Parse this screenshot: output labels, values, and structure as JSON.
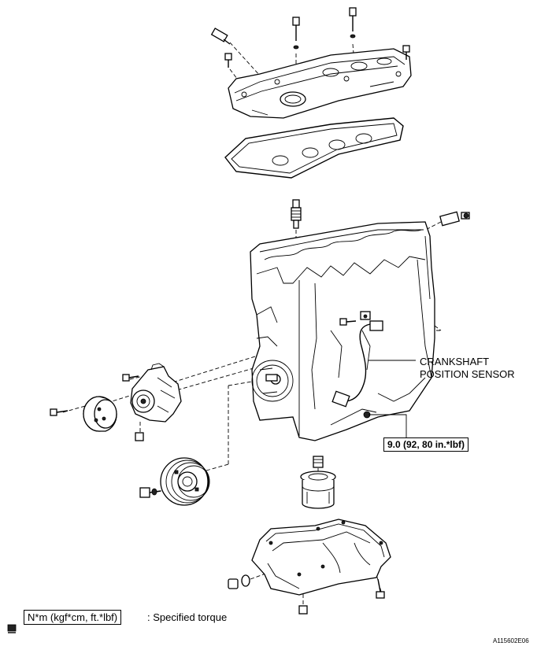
{
  "labels": {
    "sensor_name_line1": "CRANKSHAFT",
    "sensor_name_line2": "POSITION SENSOR",
    "sensor_torque": "9.0 (92, 80 in.*lbf)"
  },
  "legend": {
    "unit_box": "N*m (kgf*cm, ft.*lbf)",
    "description": ": Specified torque"
  },
  "figure_code": "A115602E06"
}
